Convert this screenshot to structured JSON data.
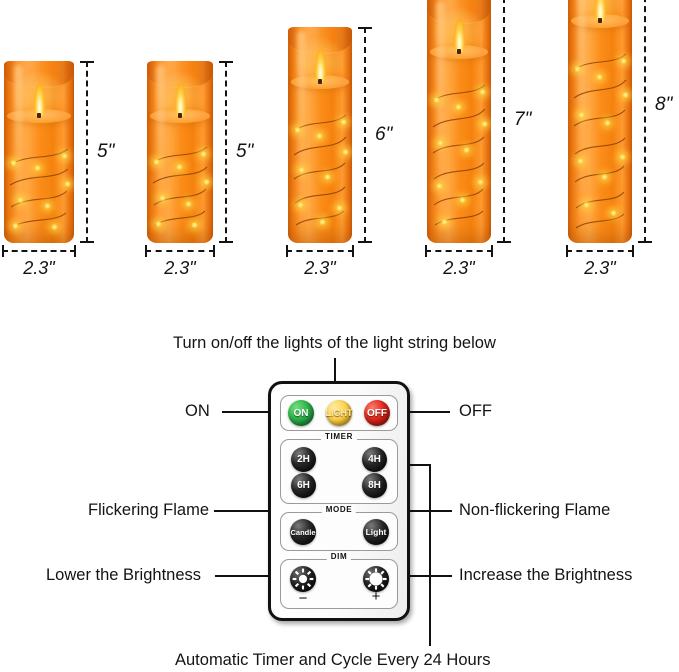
{
  "product": {
    "type": "flameless-led-candles-with-remote",
    "candles": [
      {
        "height_label": "5\"",
        "diameter_label": "2.3\"",
        "height_in": 5,
        "diameter_in": 2.3
      },
      {
        "height_label": "5\"",
        "diameter_label": "2.3\"",
        "height_in": 5,
        "diameter_in": 2.3
      },
      {
        "height_label": "6\"",
        "diameter_label": "2.3\"",
        "height_in": 6,
        "diameter_in": 2.3
      },
      {
        "height_label": "7\"",
        "diameter_label": "2.3\"",
        "height_in": 7,
        "diameter_in": 2.3
      },
      {
        "height_label": "8\"",
        "diameter_label": "2.3\"",
        "height_in": 8,
        "diameter_in": 2.3
      }
    ],
    "candle_color": "#f5820e"
  },
  "remote": {
    "power_row": [
      {
        "id": "on",
        "label": "ON",
        "color": "#2fb24a"
      },
      {
        "id": "light",
        "label": "LIGHT",
        "color": "#ffd34d"
      },
      {
        "id": "off",
        "label": "OFF",
        "color": "#e0281d"
      }
    ],
    "timer": {
      "title": "TIMER",
      "buttons": [
        "2H",
        "4H",
        "6H",
        "8H"
      ]
    },
    "mode": {
      "title": "MODE",
      "buttons": [
        "Candle",
        "Light"
      ]
    },
    "dim": {
      "title": "DIM",
      "minus_sign": "−",
      "plus_sign": "+",
      "minus_icon": "sun-dim-icon",
      "plus_icon": "sun-bright-icon"
    }
  },
  "callouts": {
    "top": "Turn on/off the lights of the light string below",
    "left_on": "ON",
    "right_off": "OFF",
    "left_flicker": "Flickering Flame",
    "right_nonflicker": "Non-flickering Flame",
    "left_lower": "Lower the Brightness",
    "right_increase": "Increase the Brightness",
    "bottom": "Automatic Timer and Cycle Every 24 Hours"
  }
}
